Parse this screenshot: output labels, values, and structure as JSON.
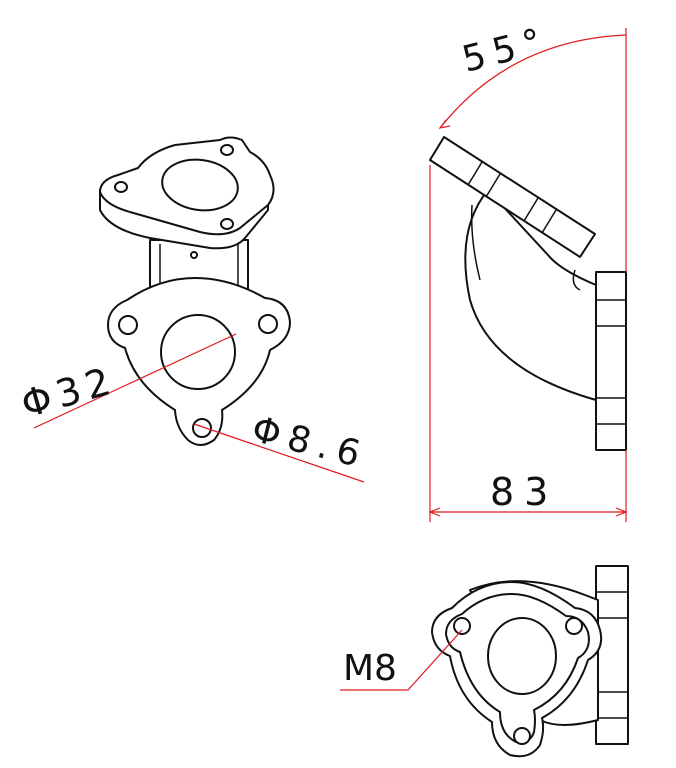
{
  "dimensions": {
    "bore_diameter": "Φ32",
    "hole_diameter": "Φ8.6",
    "angle": "55°",
    "width": "83",
    "thread": "M8"
  },
  "colors": {
    "dimension_line": "#e0191f",
    "outline": "#111111",
    "background": "#ffffff"
  }
}
